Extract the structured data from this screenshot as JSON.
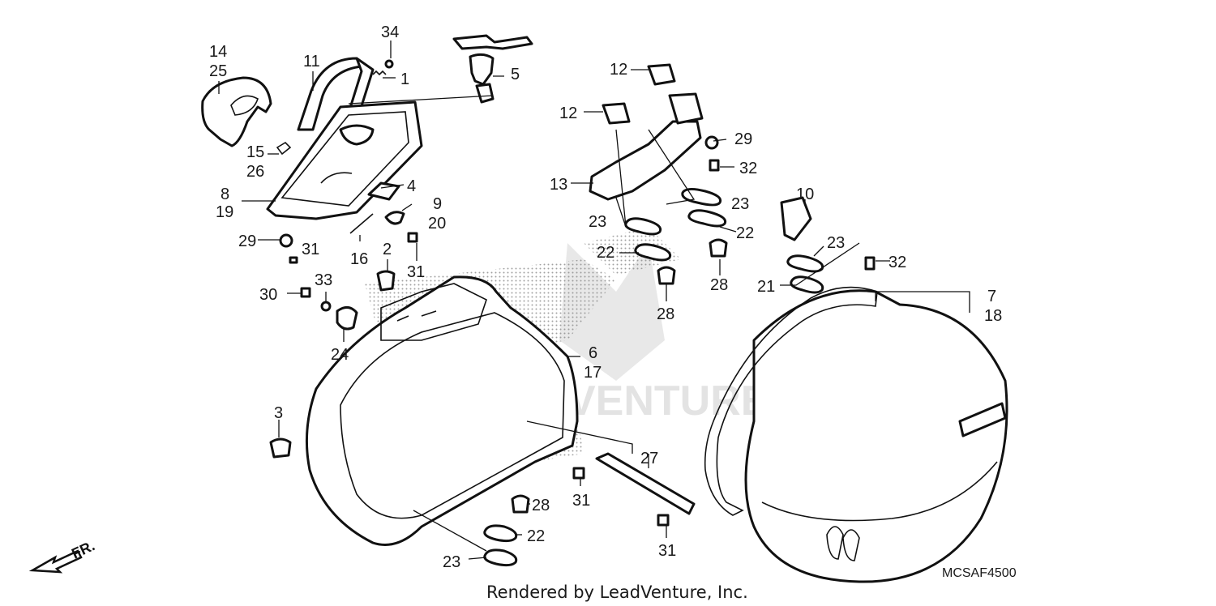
{
  "footer": {
    "rendered_by": "Rendered by LeadVenture, Inc."
  },
  "diagram_code": "MCSAF4500",
  "front_indicator": "FR.",
  "watermark": "VENTURE",
  "callouts": {
    "c14": "14",
    "c25": "25",
    "c11": "11",
    "c34": "34",
    "c1": "1",
    "c5": "5",
    "c12a": "12",
    "c12b": "12",
    "c15": "15",
    "c26": "26",
    "c29a": "29",
    "c29b": "29",
    "c32a": "32",
    "c13": "13",
    "c23a": "23",
    "c23b": "23",
    "c4": "4",
    "c8": "8",
    "c19": "19",
    "c9": "9",
    "c20": "20",
    "c22a": "22",
    "c22b": "22",
    "c10": "10",
    "c23c": "23",
    "c31a": "31",
    "c16": "16",
    "c31b": "31",
    "c2": "2",
    "c28a": "28",
    "c32b": "32",
    "c30": "30",
    "c33": "33",
    "c21": "21",
    "c7": "7",
    "c18": "18",
    "c28b": "28",
    "c24": "24",
    "c6": "6",
    "c17": "17",
    "c3": "3",
    "c27": "27",
    "c31c": "31",
    "c28c": "28",
    "c22c": "22",
    "c31d": "31",
    "c23d": "23"
  }
}
